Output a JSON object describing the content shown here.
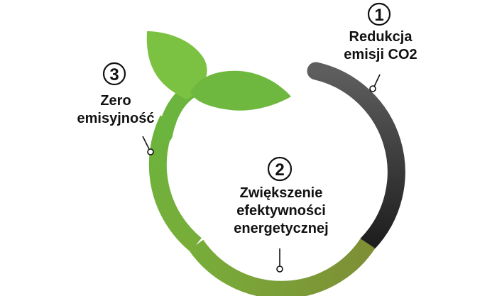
{
  "steps": [
    {
      "number": "1",
      "lines": [
        "Redukcja",
        "emisji CO2"
      ]
    },
    {
      "number": "2",
      "lines": [
        "Zwiększenie",
        "efektywności",
        "energetycznej"
      ]
    },
    {
      "number": "3",
      "lines": [
        "Zero",
        "emisyjność"
      ]
    }
  ],
  "colors": {
    "dark_start": "#5e5e5e",
    "dark_end": "#1c1c1c",
    "olive": "#7a9530",
    "green": "#6bb43d",
    "leaf": "#7cc242",
    "text": "#111111"
  },
  "icons": [
    "sprout-icon",
    "numbered-circle-icon",
    "pointer-pin-icon"
  ]
}
